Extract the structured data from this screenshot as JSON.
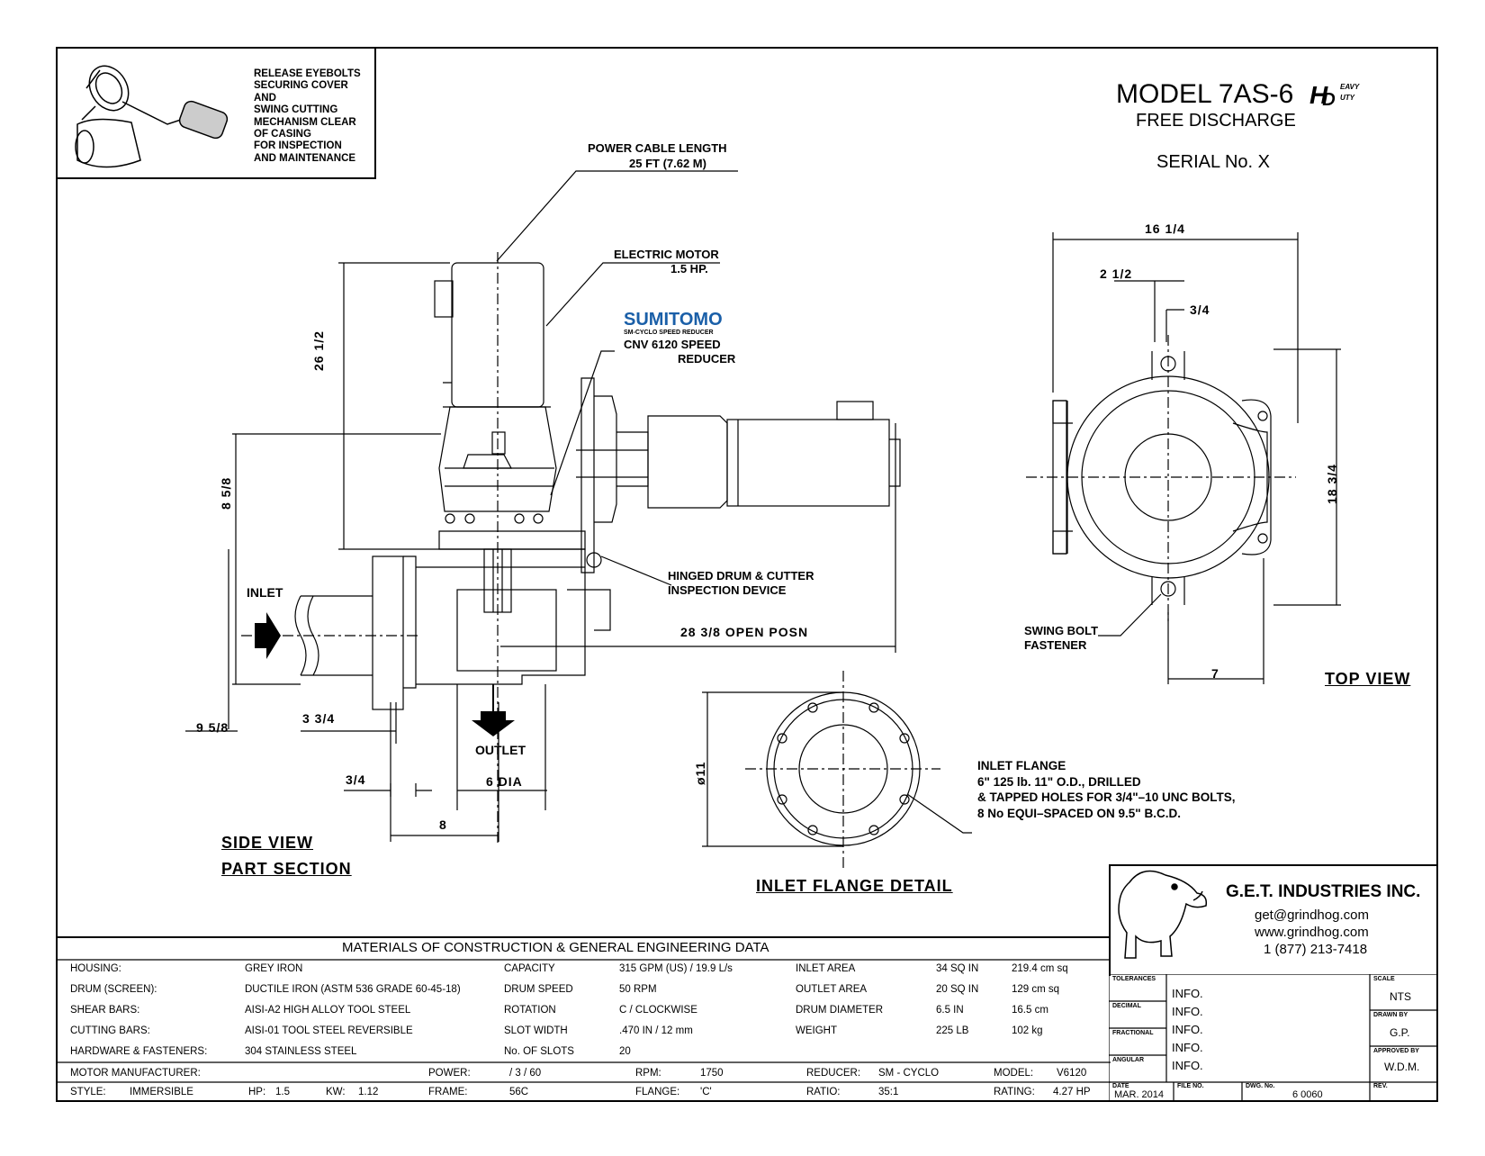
{
  "inset_note": "RELEASE EYEBOLTS\nSECURING COVER\nAND\nSWING CUTTING\nMECHANISM CLEAR\nOF CASING\nFOR INSPECTION\nAND MAINTENANCE",
  "title": {
    "model": "MODEL 7AS-6",
    "badge_h": "H",
    "badge_d": "D",
    "badge_eavy": "EAVY",
    "badge_uty": "UTY",
    "discharge": "FREE DISCHARGE",
    "serial": "SERIAL No. X"
  },
  "side_view": {
    "cable_label_1": "POWER CABLE LENGTH",
    "cable_label_2": "25 FT (7.62 M)",
    "motor_label_1": "ELECTRIC MOTOR",
    "motor_label_2": "1.5 HP.",
    "sumitomo": "SUMITOMO",
    "sumitomo_sub": "SM-CYCLO SPEED REDUCER",
    "reducer_1": "CNV 6120 SPEED",
    "reducer_2": "REDUCER",
    "hinged_1": "HINGED DRUM & CUTTER",
    "hinged_2": "INSPECTION DEVICE",
    "open_posn": "28 3/8 OPEN POSN",
    "dim_26": "26 1/2",
    "dim_8_58": "8 5/8",
    "inlet": "INLET",
    "outlet": "OUTLET",
    "dim_9_58": "9 5/8",
    "dim_3_34": "3 3/4",
    "dim_34": "3/4",
    "dim_6dia": "6 DIA",
    "dim_8": "8",
    "caption_1": "SIDE VIEW",
    "caption_2": "PART SECTION"
  },
  "top_view": {
    "dim_16": "16 1/4",
    "dim_2": "2 1/2",
    "dim_34": "3/4",
    "dim_18": "18 3/4",
    "dim_7": "7",
    "swing_1": "SWING BOLT",
    "swing_2": "FASTENER",
    "caption": "TOP VIEW"
  },
  "flange": {
    "dim_11": "ø11",
    "note": "INLET FLANGE\n6\" 125 lb. 11\" O.D., DRILLED\n& TAPPED HOLES FOR 3/4\"–10 UNC BOLTS,\n8 No EQUI–SPACED ON 9.5\" B.C.D.",
    "caption": "INLET FLANGE DETAIL"
  },
  "company": {
    "name": "G.E.T. INDUSTRIES INC.",
    "email": "get@grindhog.com",
    "web": "www.grindhog.com",
    "phone": "1 (877) 213-7418"
  },
  "materials": {
    "heading": "MATERIALS OF CONSTRUCTION & GENERAL ENGINEERING DATA",
    "rows": [
      [
        "HOUSING:",
        "GREY IRON",
        "CAPACITY",
        "315 GPM (US) / 19.9 L/s",
        "INLET AREA",
        "34 SQ IN",
        "219.4 cm sq"
      ],
      [
        "DRUM (SCREEN):",
        "DUCTILE IRON (ASTM 536 GRADE 60-45-18)",
        "DRUM SPEED",
        "50 RPM",
        "OUTLET AREA",
        "20 SQ IN",
        "129 cm sq"
      ],
      [
        "SHEAR BARS:",
        "AISI-A2 HIGH ALLOY TOOL STEEL",
        "ROTATION",
        "C / CLOCKWISE",
        "DRUM DIAMETER",
        "6.5 IN",
        "16.5 cm"
      ],
      [
        "CUTTING BARS:",
        "AISI-01 TOOL STEEL REVERSIBLE",
        "SLOT WIDTH",
        ".470 IN / 12 mm",
        "WEIGHT",
        "225 LB",
        "102 kg"
      ],
      [
        "HARDWARE & FASTENERS:",
        "304 STAINLESS STEEL",
        "No. OF SLOTS",
        "20",
        "",
        "",
        ""
      ]
    ],
    "motor_row": [
      "MOTOR MANUFACTURER:",
      "POWER:",
      "/ 3 / 60",
      "RPM:",
      "1750",
      "REDUCER:",
      "SM - CYCLO",
      "MODEL:",
      "V6120"
    ],
    "style_row": [
      "STYLE:",
      "IMMERSIBLE",
      "HP:",
      "1.5",
      "KW:",
      "1.12",
      "FRAME:",
      "56C",
      "FLANGE:",
      "'C'",
      "RATIO:",
      "35:1",
      "RATING:",
      "4.27 HP"
    ]
  },
  "title_block": {
    "labels": [
      "TOLERANCES",
      "DECIMAL",
      "FRACTIONAL",
      "ANGULAR"
    ],
    "info": [
      "INFO.",
      "INFO.",
      "INFO.",
      "INFO.",
      "INFO."
    ],
    "scale_label": "SCALE",
    "scale": "NTS",
    "drawn_label": "DRAWN BY",
    "drawn": "G.P.",
    "approved_label": "APPROVED BY",
    "approved": "W.D.M.",
    "date_label": "DATE",
    "date": "MAR. 2014",
    "file_label": "FILE NO.",
    "dwg_label": "DWG. No.",
    "dwg": "6 0060",
    "rev_label": "REV."
  }
}
